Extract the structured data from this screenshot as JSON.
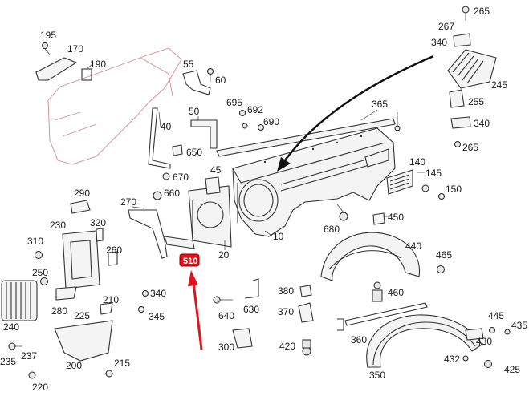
{
  "labels": {
    "p10": "10",
    "p20": "20",
    "p40": "40",
    "p45": "45",
    "p50": "50",
    "p55": "55",
    "p60": "60",
    "p170": "170",
    "p190": "190",
    "p195": "195",
    "p200": "200",
    "p210": "210",
    "p215": "215",
    "p220": "220",
    "p225": "225",
    "p230": "230",
    "p235": "235",
    "p237": "237",
    "p240": "240",
    "p245": "245",
    "p250": "250",
    "p255": "255",
    "p260": "260",
    "p265a": "265",
    "p265b": "265",
    "p267": "267",
    "p270": "270",
    "p280": "280",
    "p290": "290",
    "p300": "300",
    "p310": "310",
    "p320": "320",
    "p340a": "340",
    "p340b": "340",
    "p340c": "340",
    "p345": "345",
    "p350": "350",
    "p360": "360",
    "p365": "365",
    "p370": "370",
    "p380": "380",
    "p420": "420",
    "p425": "425",
    "p430": "430",
    "p432": "432",
    "p435": "435",
    "p440": "440",
    "p445": "445",
    "p450": "450",
    "p460": "460",
    "p465": "465",
    "p630": "630",
    "p640": "640",
    "p650": "650",
    "p660": "660",
    "p670": "670",
    "p680": "680",
    "p690": "690",
    "p692": "692",
    "p695": "695",
    "p140": "140",
    "p145": "145",
    "p150": "150"
  },
  "highlight": {
    "label": "510",
    "color": "#e0141e"
  },
  "colors": {
    "pointer_arrow": "#e0141e",
    "ghost_outline": "#d48a8a"
  }
}
